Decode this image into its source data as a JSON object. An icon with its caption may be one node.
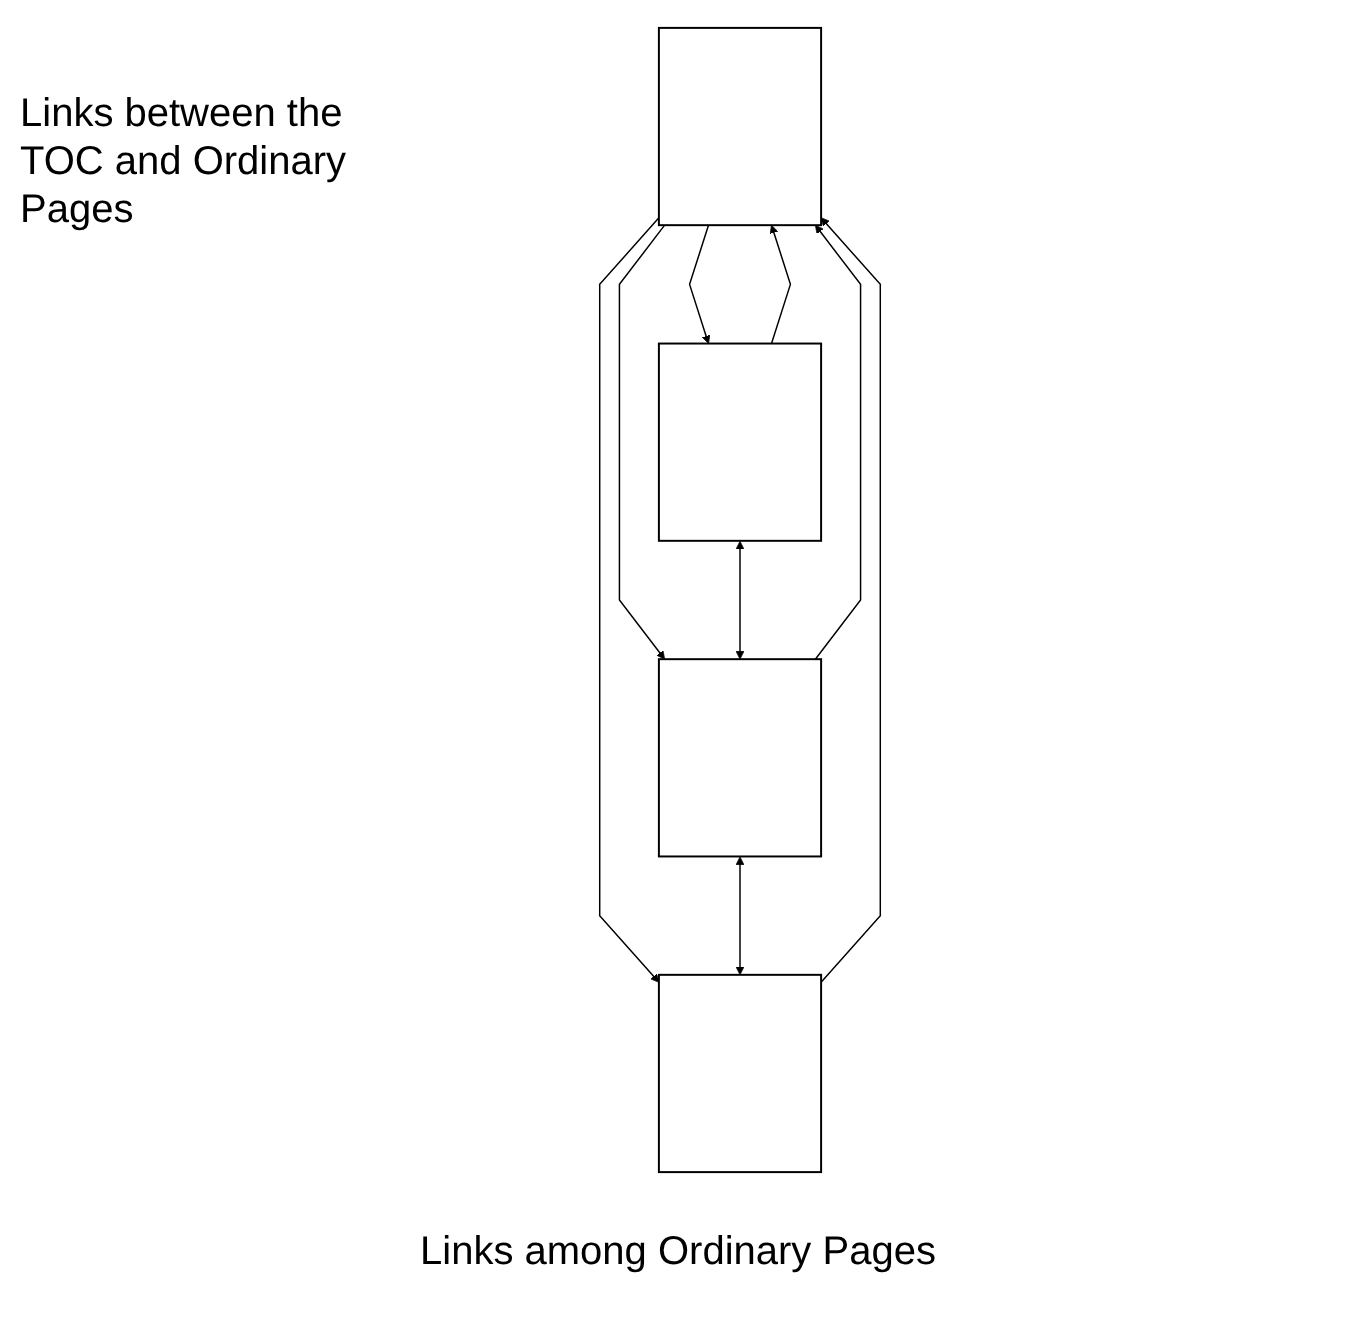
{
  "diagram": {
    "nodes": [
      {
        "text": [],
        "shape": "box"
      },
      {
        "text": [],
        "shape": "box"
      },
      {
        "text": [],
        "shape": "box"
      },
      {
        "text": [],
        "shape": "box"
      }
    ],
    "edges": [
      {
        "from": 1,
        "to": 0,
        "arrow": "to"
      },
      {
        "from": 0,
        "to": 1,
        "arrow": "to"
      },
      {
        "from": 0,
        "to": 2,
        "arrow": "to"
      },
      {
        "from": 2,
        "to": 0,
        "arrow": "to"
      },
      {
        "from": 0,
        "to": 3,
        "arrow": "to"
      },
      {
        "from": 3,
        "to": 0,
        "arrow": "to"
      },
      {
        "from": 1,
        "to": 2,
        "arrow": "both"
      },
      {
        "from": 2,
        "to": 3,
        "arrow": "both"
      }
    ],
    "labels": [
      "Links between the TOC and Ordinary Pages",
      "Links among Ordinary Pages"
    ]
  }
}
